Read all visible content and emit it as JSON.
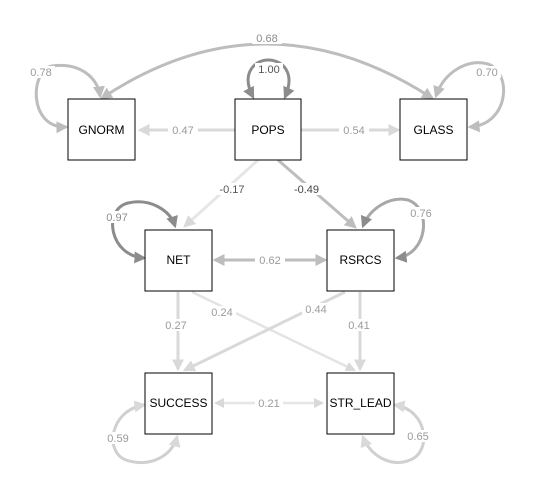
{
  "nodes": {
    "gnorm": "GNORM",
    "pops": "POPS",
    "glass": "GLASS",
    "net": "NET",
    "rsrcs": "RSRCS",
    "success": "SUCCESS",
    "str_lead": "STR_LEAD"
  },
  "paths": {
    "gnorm_glass": "0.68",
    "pops_gnorm": "0.47",
    "pops_glass": "0.54",
    "pops_net": "-0.17",
    "pops_rsrcs": "-0.49",
    "net_rsrcs": "0.62",
    "net_success": "0.27",
    "net_str_lead": "0.24",
    "rsrcs_success": "0.44",
    "rsrcs_str_lead": "0.41",
    "success_str_lead": "0.21"
  },
  "variances": {
    "gnorm": "0.78",
    "pops": "1.00",
    "glass": "0.70",
    "net": "0.97",
    "rsrcs": "0.76",
    "success": "0.59",
    "str_lead": "0.65"
  },
  "colors": {
    "edge_light": "#d9d9d9",
    "edge_medium": "#bdbdbd",
    "edge_dark": "#8c8c8c",
    "label_dark": "#444444",
    "label_light": "#9a9a9a"
  }
}
